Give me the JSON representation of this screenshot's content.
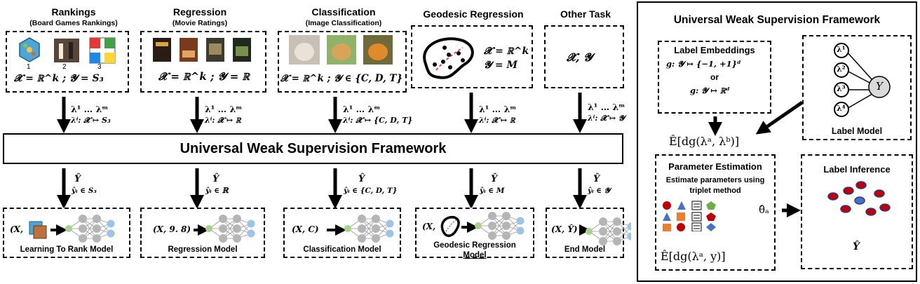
{
  "tasks": [
    {
      "title": "Rankings",
      "subtitle": "(Board Games Rankings)",
      "space": "𝓧 = ℝ^k ;  𝓨 = S₃",
      "lambda": "λ¹ … λᵐ",
      "lambda_map": "λⁱ: 𝓧 ↦ S₃",
      "yhat": "Ŷ",
      "yhat_in": "ŷᵢ ∈ S₃",
      "pair": "(X,",
      "model": "Learning To Rank Model",
      "rank_numbers": [
        "1",
        "2",
        "3"
      ]
    },
    {
      "title": "Regression",
      "subtitle": "(Movie Ratings)",
      "space": "𝓧 = ℝ^k ; 𝓨 = ℝ",
      "lambda": "λ¹ … λᵐ",
      "lambda_map": "λⁱ: 𝓧 ↦ ℝ",
      "yhat": "Ŷ",
      "yhat_in": "ŷᵢ ∈ ℝ",
      "pair": "(X, 9. 8)",
      "model": "Regression Model"
    },
    {
      "title": "Classification",
      "subtitle": "(Image Classification)",
      "space": "𝓧 = ℝ^k  ; 𝓨 ∈ {C, D, T}",
      "lambda": "λ¹ … λᵐ",
      "lambda_map": "λⁱ: 𝓧 ↦ {C, D, T}",
      "yhat": "Ŷ",
      "yhat_in": "ŷᵢ ∈ {C, D, T}",
      "pair": "(X, C)",
      "model": "Classification Model"
    },
    {
      "title": "Geodesic Regression",
      "subtitle": "",
      "space_x": "𝓧 = ℝ^k",
      "space_y": "𝓨 = M",
      "lambda": "λ¹ … λᵐ",
      "lambda_map": "λⁱ: 𝓧 ↦ ℝ",
      "yhat": "Ŷ",
      "yhat_in": "ŷᵢ ∈ M",
      "pair": "(X,",
      "model_line1": "Geodesic Regression",
      "model_line2": "Model"
    },
    {
      "title": "Other Task",
      "subtitle": "",
      "space": "𝓧, 𝓨",
      "lambda": "λ¹ … λᵐ",
      "lambda_map": "λⁱ: 𝓧 ↦ 𝓨",
      "yhat": "Ŷ",
      "yhat_in": "ŷᵢ ∈ 𝓨",
      "pair": "(X, Ŷ)",
      "model": "End Model"
    }
  ],
  "framework_banner": "Universal Weak Supervision Framework",
  "right_panel": {
    "title": "Universal Weak Supervision Framework",
    "embeddings_title": "Label Embeddings",
    "embed1": "g: 𝓨 ↦ {−1, +1}ᵈ",
    "embed_or": "or",
    "embed2": "g: 𝓨 ↦ ℝᵈ",
    "label_model": "Label Model",
    "lm_nodes": [
      "λ¹",
      "λ²",
      "λ³",
      "λ⁴"
    ],
    "lm_y": "Y",
    "expectation_ab": "Ê[dg(λᵃ, λᵇ)]",
    "param_title": "Parameter Estimation",
    "param_desc1": "Estimate parameters using",
    "param_desc2": "triplet method",
    "theta": "θ̂ₐ",
    "expectation_ay": "Ê[dg(λᵃ, y)]",
    "inference_title": "Label Inference",
    "inference_out": "Ŷ"
  },
  "colors": {
    "node_gray": "#b5b5b5",
    "node_green": "#a9d18e",
    "node_blue": "#9dc3e6",
    "red_dot": "#c00000",
    "blue_dot": "#4472c4",
    "orange": "#ed7d31",
    "green_pent": "#70ad47"
  }
}
